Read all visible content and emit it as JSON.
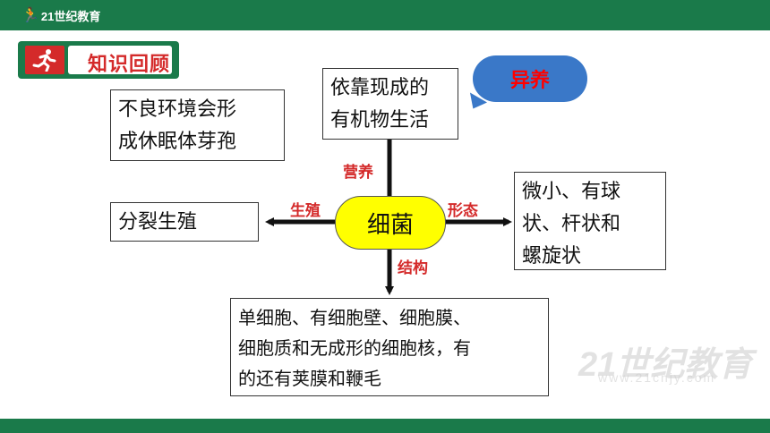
{
  "header": {
    "logo_text": "21世纪教育"
  },
  "section": {
    "title": "知识回顾"
  },
  "diagram": {
    "center": "细菌",
    "labels": {
      "top": "营养",
      "left": "生殖",
      "right": "形态",
      "bottom": "结构"
    },
    "boxes": {
      "top_lines": [
        "依靠现成的",
        "有机物生活"
      ],
      "left_lines": [
        "分裂生殖"
      ],
      "top_left_lines": [
        "不良环境会形",
        "成休眠体芽孢"
      ],
      "right_lines": [
        "微小、有球",
        "状、杆状和",
        "螺旋状"
      ],
      "bottom_lines": [
        "单细胞、有细胞壁、细胞膜、",
        "细胞质和无成形的细胞核，有",
        "的还有荚膜和鞭毛"
      ]
    },
    "bubble": "异养"
  },
  "watermark": {
    "main": "21世纪教育",
    "sub": "www.21cnjy.com"
  },
  "colors": {
    "green": "#1a7a4a",
    "red": "#d42a2a",
    "yellow": "#ffff00",
    "blue": "#3a78c8"
  }
}
